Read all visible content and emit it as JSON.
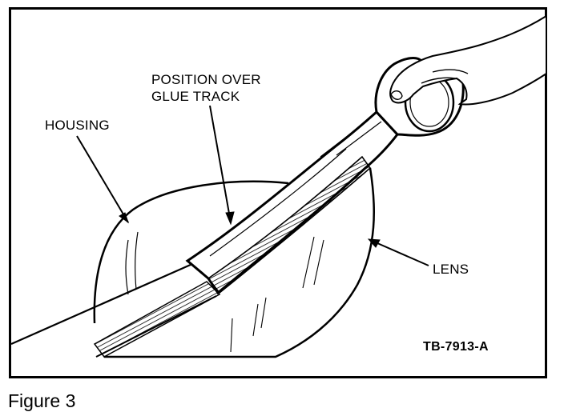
{
  "labels": {
    "position_over_glue_track": "POSITION OVER\nGLUE TRACK",
    "housing": "HOUSING",
    "lens": "LENS"
  },
  "figure_code": "TB-7913-A",
  "caption": "Figure 3"
}
